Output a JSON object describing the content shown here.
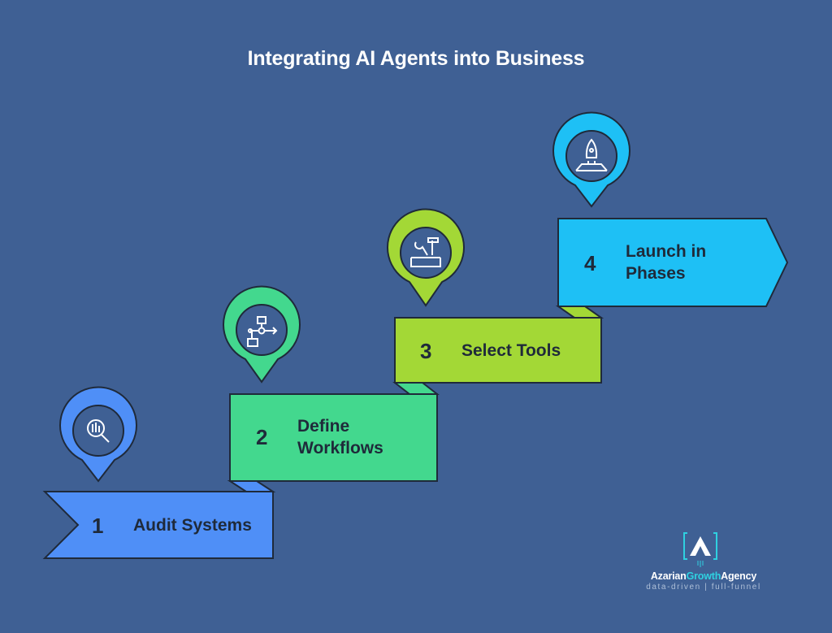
{
  "title": "Integrating AI Agents into Business",
  "steps": [
    {
      "number": "1",
      "label": "Audit Systems",
      "icon": "audit-magnifier-icon",
      "color": "#4f8ff7"
    },
    {
      "number": "2",
      "label": "Define\nWorkflows",
      "icon": "workflow-diagram-icon",
      "color": "#43d88e"
    },
    {
      "number": "3",
      "label": "Select Tools",
      "icon": "toolbox-icon",
      "color": "#a3d836"
    },
    {
      "number": "4",
      "label": "Launch in\nPhases",
      "icon": "rocket-launch-icon",
      "color": "#1ec0f5"
    }
  ],
  "logo": {
    "mark": "A",
    "name_part1": "Azarian",
    "name_part2": "Growth",
    "name_part3": "Agency",
    "tagline": "data-driven | full-funnel",
    "accent": "#2fd0e0"
  }
}
